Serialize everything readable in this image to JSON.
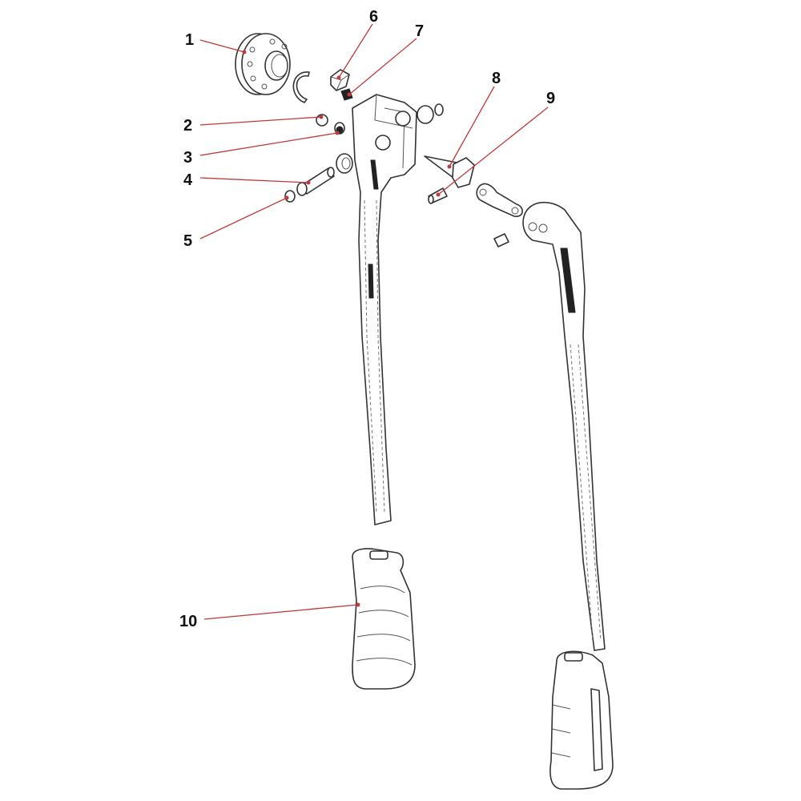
{
  "callouts": [
    {
      "number": "1"
    },
    {
      "number": "2"
    },
    {
      "number": "3"
    },
    {
      "number": "4"
    },
    {
      "number": "5"
    },
    {
      "number": "6"
    },
    {
      "number": "7"
    },
    {
      "number": "8"
    },
    {
      "number": "9"
    },
    {
      "number": "10"
    }
  ],
  "colors": {
    "leader": "#c0393b",
    "outline": "#333333",
    "background": "#ffffff"
  }
}
